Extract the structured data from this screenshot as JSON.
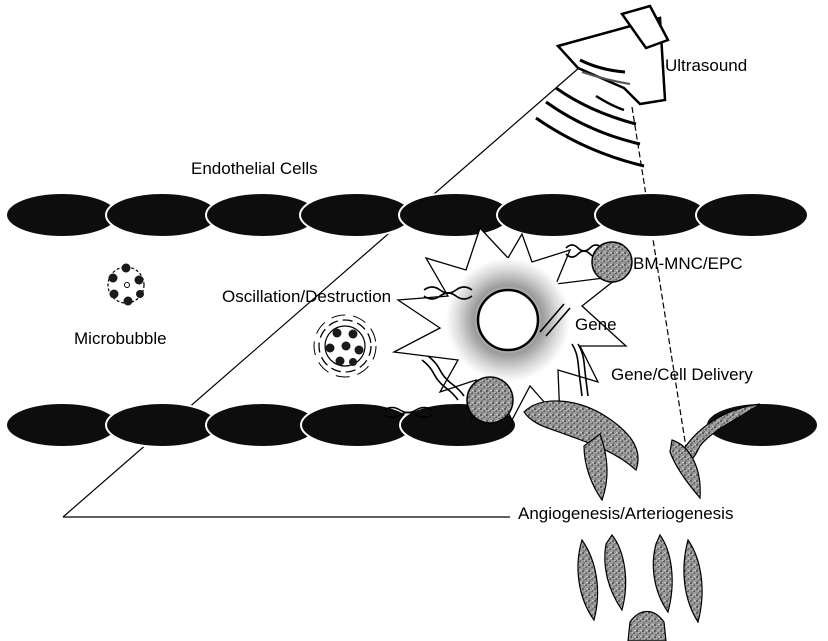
{
  "labels": {
    "ultrasound": "Ultrasound",
    "endothelial_cells": "Endothelial Cells",
    "bm_mnc_epc": "BM-MNC/EPC",
    "oscillation_destruction": "Oscillation/Destruction",
    "microbubble": "Microbubble",
    "gene": "Gene",
    "gene_cell_delivery": "Gene/Cell Delivery",
    "angiogenesis": "Angiogenesis/Arteriogenesis"
  },
  "colors": {
    "cell_fill": "#0d0d0d",
    "cell_outline": "#ffffff",
    "microbubble_dot": "#1a1a1a",
    "textured_cell": "#8c8c8c",
    "line": "#000000"
  },
  "icons": {
    "transducer": "ultrasound-transducer-icon",
    "microbubble": "microbubble-icon",
    "burst": "burst-icon"
  }
}
